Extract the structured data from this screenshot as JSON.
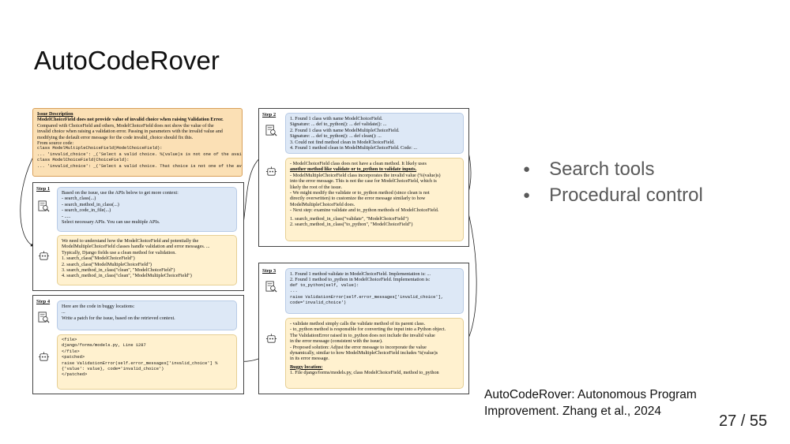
{
  "slide": {
    "title": "AutoCodeRover",
    "bullets": [
      "Search tools",
      "Procedural control"
    ],
    "citation_line1": "AutoCodeRover: Autonomous Program",
    "citation_line2": "Improvement. Zhang et al., 2024",
    "page_number": "27 / 55"
  },
  "figure": {
    "issue": {
      "heading": "Issue Description",
      "title": "ModelChoiceField does not provide value of invalid choice when raising Validation Error.",
      "body1": "Compared with ChoiceField and others, ModelChoiceField does not show the value of the",
      "body2": "invalid choice when raising a validation error. Passing in parameters with the invalid value and",
      "body3": "modifying the default error message for the code invalid_choice should fix this.",
      "body4": "From source code:",
      "code1": "class ModelMultipleChoiceField(ModelChoiceField):",
      "code2": "  ... 'invalid_choice': _('Select a valid choice. %(value)s is not one of the available choices.'), ...",
      "code3": "class ModelChoiceField(ChoiceField):",
      "code4": "  ... 'invalid_choice': _('Select a valid choice. That choice is not one of the available choices.'), ..."
    },
    "step1": {
      "label": "Step 1",
      "q1": "Based on the issue, use the APIs below to get more context:",
      "q2": "- search_class(...)",
      "q3": "- search_method_in_class(...)",
      "q4": "- search_code_in_file(...)",
      "q5": "- .....",
      "q6": "Select necessary APIs. You can use multiple APIs.",
      "a1": "We need to understand how the ModelChoiceField and potentially the",
      "a2": "ModelMultipleChoiceField classes handle validation and error messages. ...",
      "a3": "Typically, Django fields use a clean method for validation.",
      "a4": "1. search_class(\"ModelChoiceField\")",
      "a5": "2. search_class(\"ModelMultipleChoiceField\")",
      "a6": "3. search_method_in_class(\"clean\", \"ModelChoiceField\")",
      "a7": "4. search_method_in_class(\"clean\", \"ModelMultipleChoiceField\")"
    },
    "step2": {
      "label": "Step 2",
      "q1": "1. Found 1 class with name ModelChoiceField.",
      "q2": "   Signature:  ... def to_python(): ... def validate(): ...",
      "q3": "2. Found 1 class with name ModelMultipleChoiceField.",
      "q4": "   Signature:  ... def to_python(): ... def clean(): ...",
      "q5": "3. Could not find method clean in ModelChoiceField.",
      "q6": "4. Found 1 method clean in ModelMultipleChoiceField. Code: ...",
      "a1": "- ModelChoiceField class does not have a clean method. It likely uses",
      "a2": "  another method like validate or to_python to validate inputs.",
      "a3": "- ModelMultipleChoiceField class incorporates the invalid value (%(value)s)",
      "a4": "  into the error message. This is not the case for ModelChoiceField, which is",
      "a5": "  likely the root of the issue.",
      "a6": "- We might modify the validate or to_python method (since clean is not",
      "a7": "  directly overwritten) to customize the error message similarly to how",
      "a8": "  ModelMultipleChoiceField does.",
      "a9": "- Next step: examine validate and to_python methods of ModelChoiceField.",
      "a10": "1. search_method_in_class(\"validate\", \"ModelChoiceField\")",
      "a11": "2. search_method_in_class(\"to_python\", \"ModelChoiceField\")"
    },
    "step3": {
      "label": "Step 3",
      "q1": "1. Found 1 method validate in ModelChoiceField. Implementation is: ...",
      "q2": "2. Found 1 method to_python in ModelChoiceField. Implementation is:",
      "q3": "   def to_python(self, value):",
      "q4": "      ...",
      "q5": "      raise ValidationError(self.error_messages['invalid_choice'],",
      "q6": "            code='invalid_choice')",
      "a1": "- validate method simply calls the validate method of its parent class.",
      "a2": "- to_python method is responsible for converting the input into a Python object.",
      "a3": "  The ValidationError raised in to_python does not include the invalid value",
      "a4": "  in the error message (consistent with the issue).",
      "a5": "- Proposed solution: Adjust the error message to incorporate the value",
      "a6": "  dynamically, similar to how ModelMultipleChoiceField includes %(value)s",
      "a7": "  in its error message.",
      "a8": "Buggy location:",
      "a9": "1. File django/forms/models.py, class ModelChoiceField, method to_python"
    },
    "step4": {
      "label": "Step 4",
      "q1": "Here are the code in buggy locations:",
      "q2": "...",
      "q3": "Write a patch for the issue, based on the retrieved context.",
      "a1": "<file>",
      "a2": "  django/forms/models.py, Line 1287",
      "a3": "</file>",
      "a4": "<patched>",
      "a5": "  raise ValidationError(self.error_messages['invalid_choice'] %",
      "a6": "      {'value': value}, code='invalid_choice')",
      "a7": "</patched>"
    }
  }
}
